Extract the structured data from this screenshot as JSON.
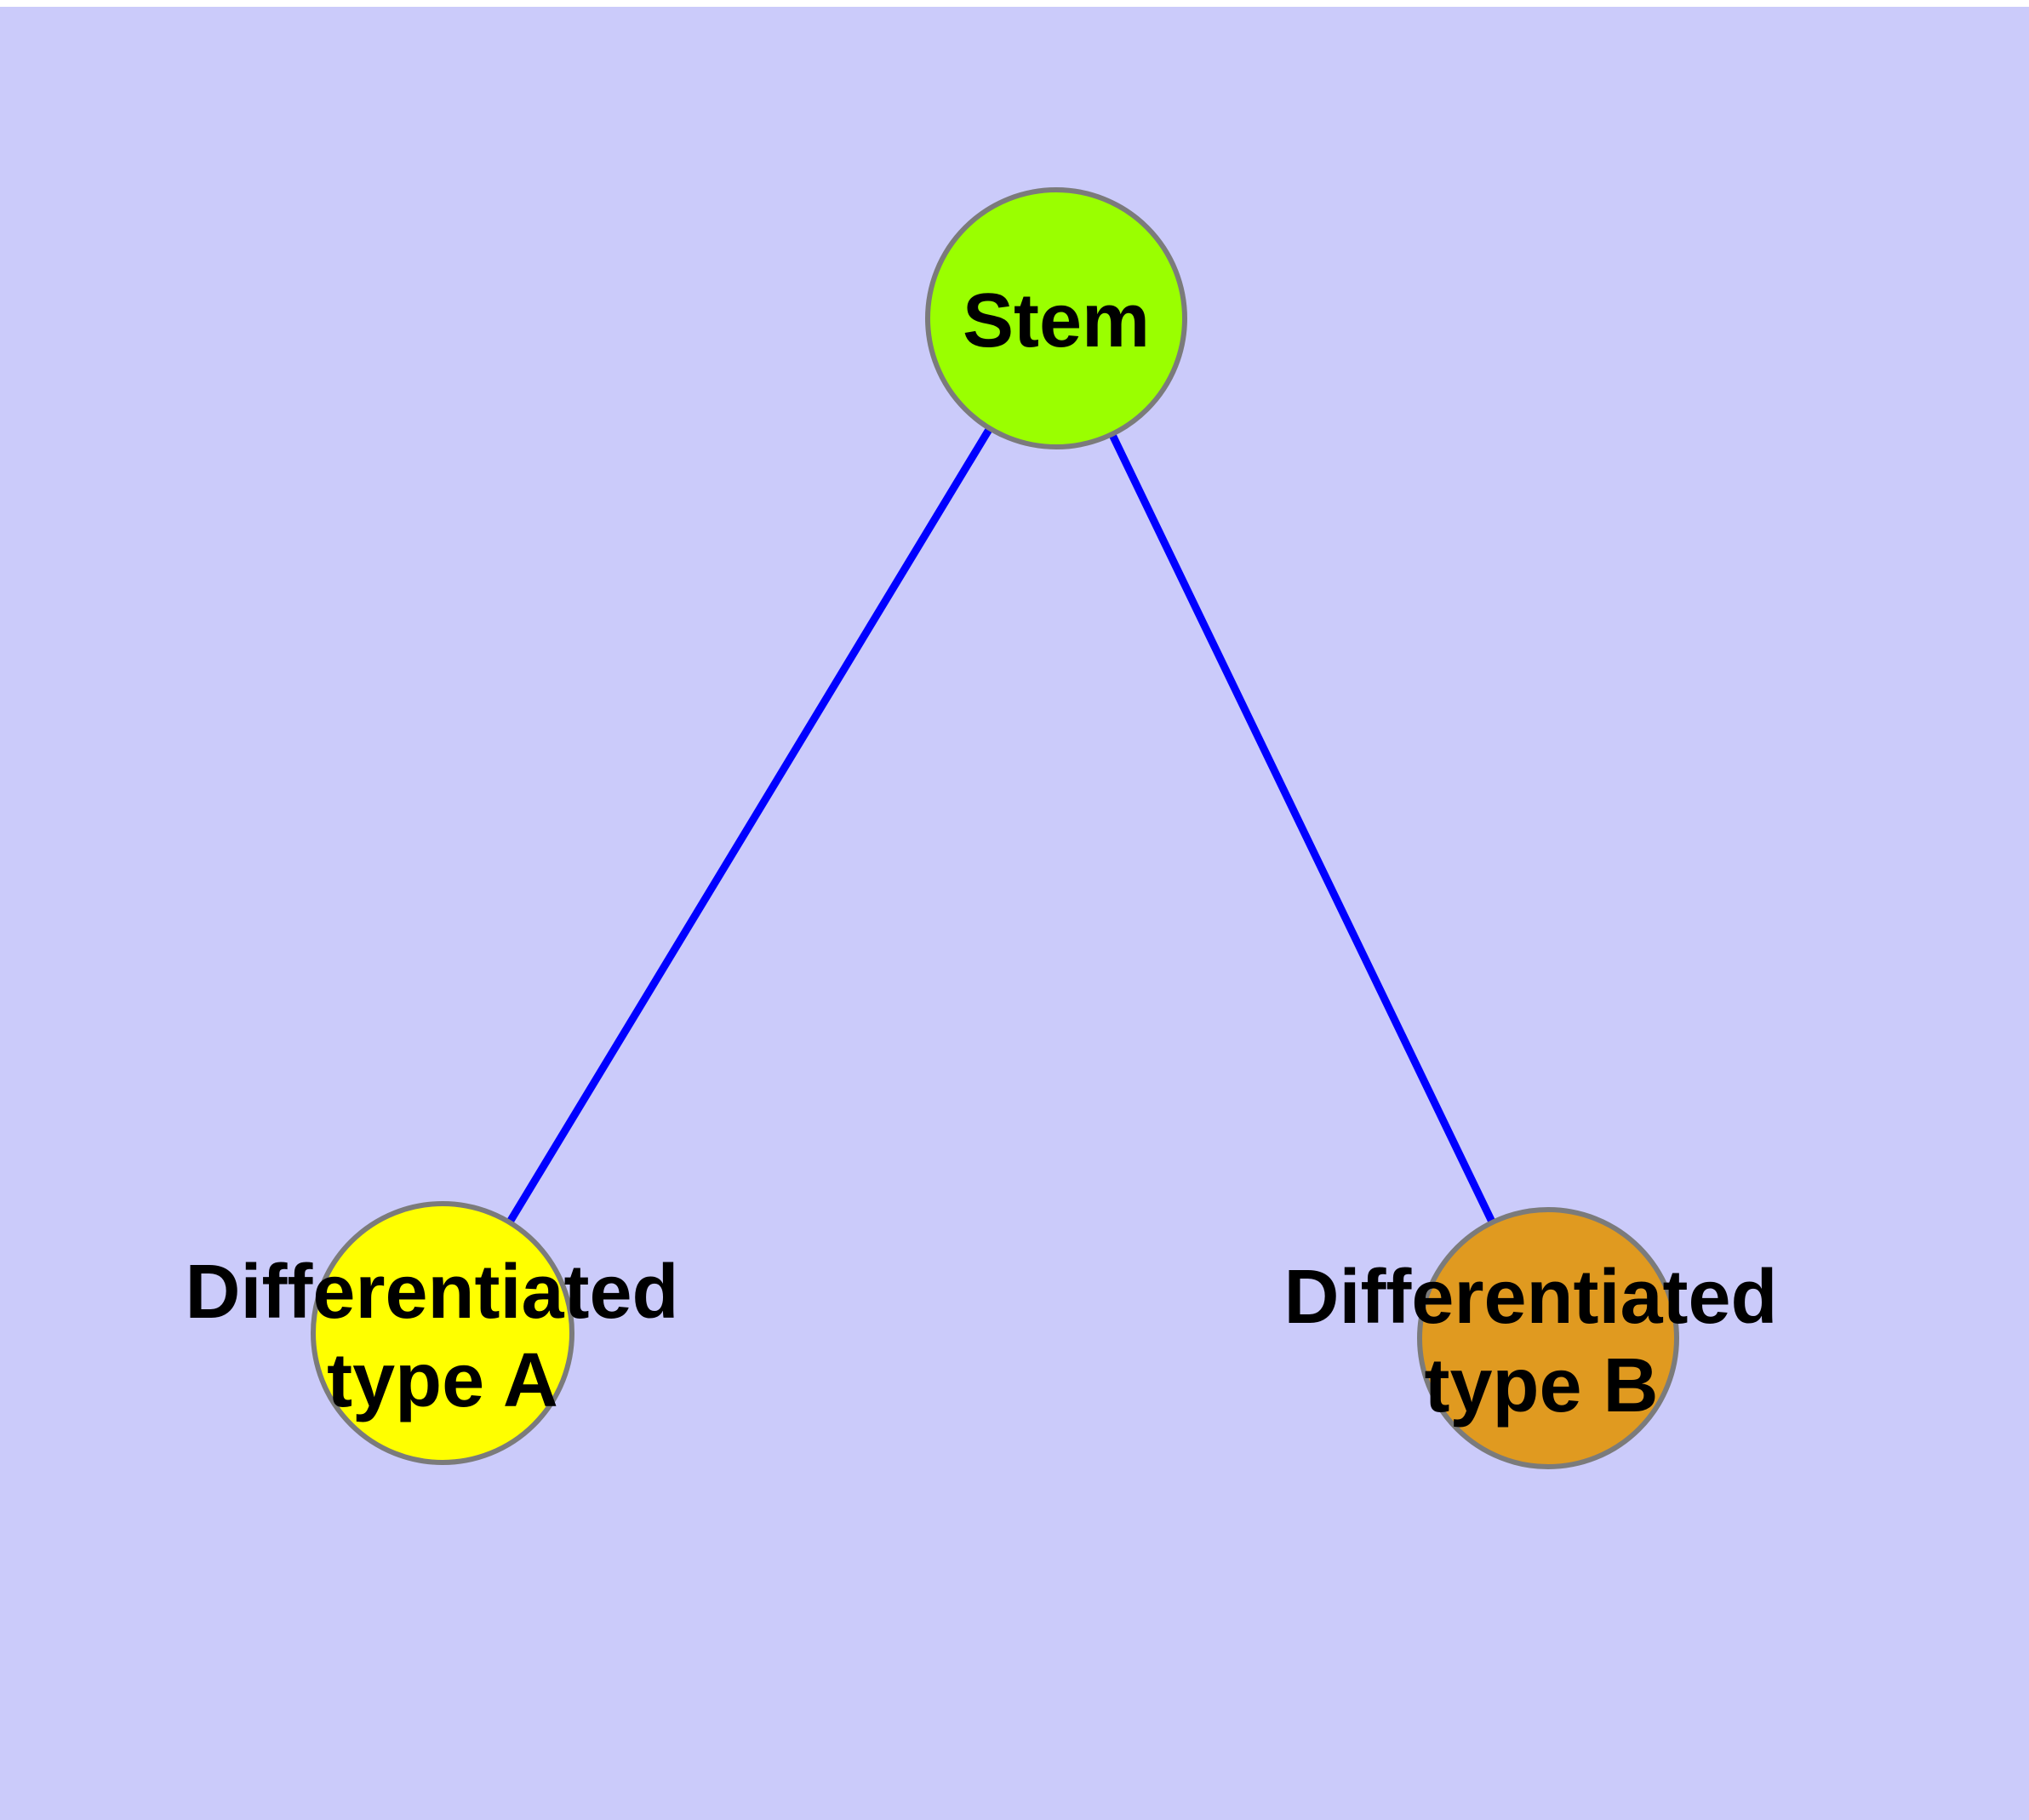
{
  "diagram": {
    "background_color": "#CBCBFA",
    "top_margin_color": "#FFFFFF",
    "node_border_color": "#7B7B7B",
    "edge_color": "#0000FF",
    "nodes": {
      "stem": {
        "label": "Stem",
        "color": "#9AFF00"
      },
      "type_a": {
        "label": "Differentiated type A",
        "line1": "Differentiated",
        "line2": "type A",
        "color": "#FFFF00"
      },
      "type_b": {
        "label": "Differentiated type B",
        "line1": "Differentiated",
        "line2": "type B",
        "color": "#E09A20"
      }
    },
    "edges": [
      {
        "from": "Stem",
        "to": "Differentiated type A"
      },
      {
        "from": "Stem",
        "to": "Differentiated type B"
      }
    ]
  }
}
